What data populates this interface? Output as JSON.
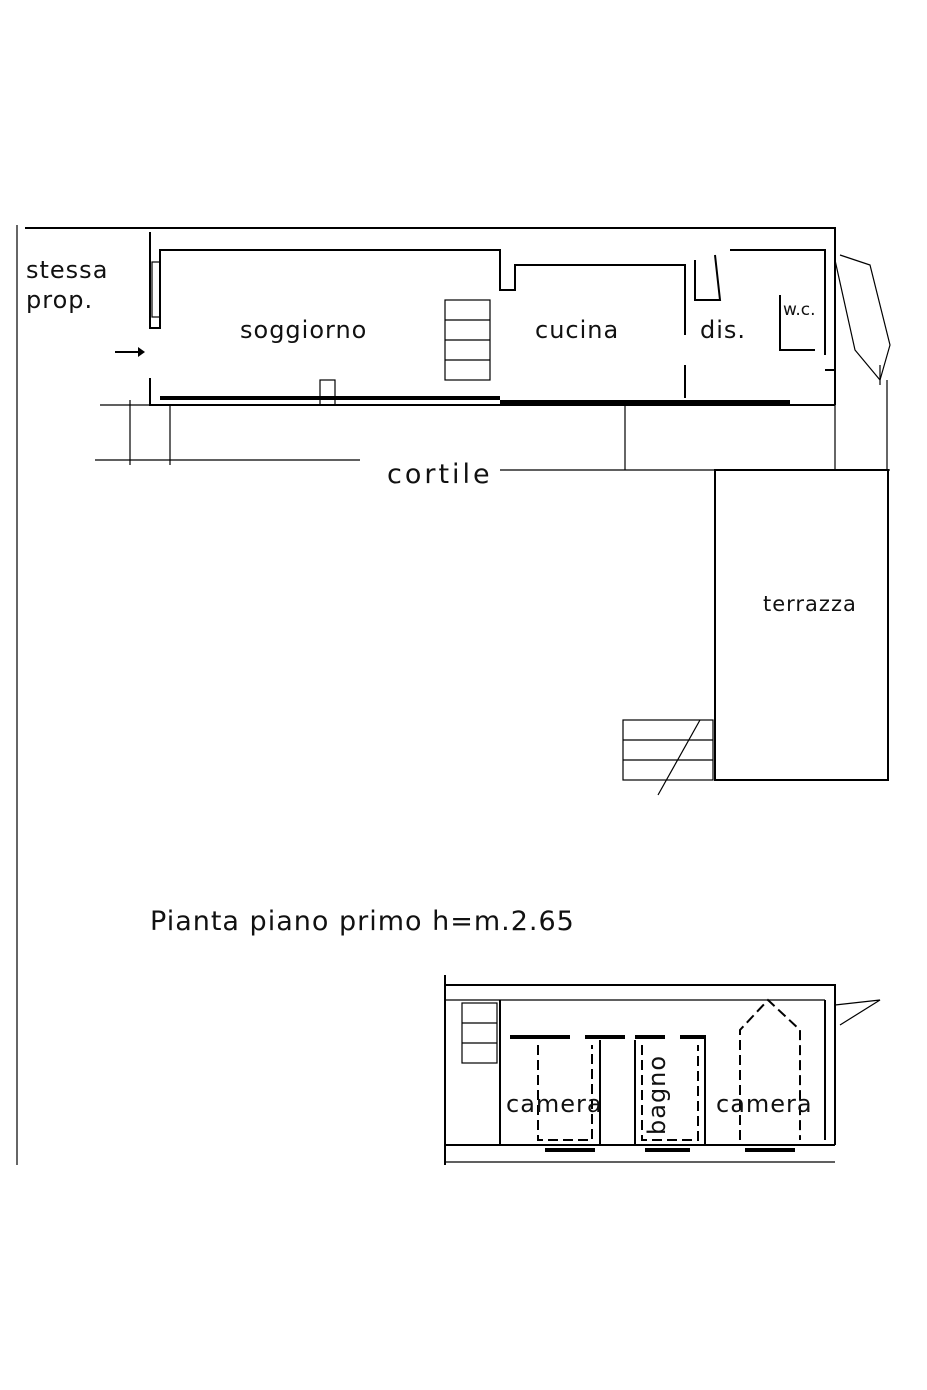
{
  "ground_floor": {
    "labels": {
      "neighbor_line1": "stessa",
      "neighbor_line2": "prop.",
      "living_room": "soggiorno",
      "kitchen": "cucina",
      "hallway": "dis.",
      "toilet": "w.c.",
      "courtyard": "cortile",
      "terrace": "terrazza"
    }
  },
  "first_floor": {
    "title": "Pianta piano primo h=m.2.65",
    "labels": {
      "bedroom_left": "camera",
      "bathroom": "bagno",
      "bedroom_right": "camera"
    }
  }
}
